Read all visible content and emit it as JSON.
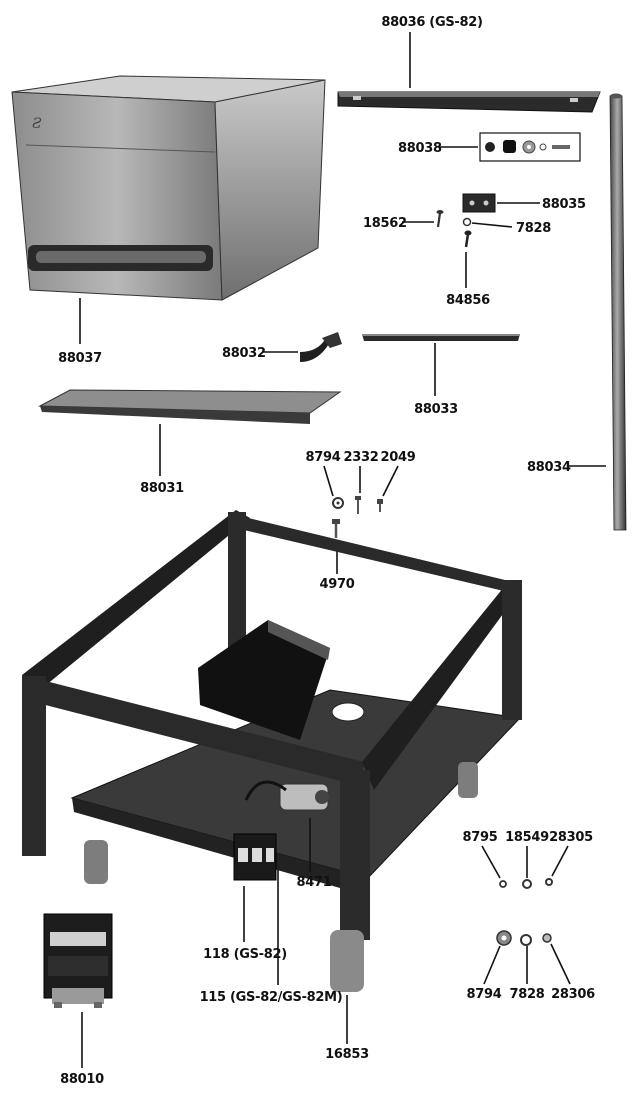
{
  "parts": [
    {
      "id": "88036_gs82",
      "label": "88036 (GS-82)"
    },
    {
      "id": "88037",
      "label": "88037"
    },
    {
      "id": "88038",
      "label": "88038"
    },
    {
      "id": "88035",
      "label": "88035"
    },
    {
      "id": "18562",
      "label": "18562"
    },
    {
      "id": "7828_top",
      "label": "7828"
    },
    {
      "id": "84856",
      "label": "84856"
    },
    {
      "id": "88032",
      "label": "88032"
    },
    {
      "id": "88033",
      "label": "88033"
    },
    {
      "id": "88031",
      "label": "88031"
    },
    {
      "id": "88034",
      "label": "88034"
    },
    {
      "id": "8794_top",
      "label": "8794"
    },
    {
      "id": "2332",
      "label": "2332"
    },
    {
      "id": "2049",
      "label": "2049"
    },
    {
      "id": "4970",
      "label": "4970"
    },
    {
      "id": "8795",
      "label": "8795"
    },
    {
      "id": "18549",
      "label": "18549"
    },
    {
      "id": "28305",
      "label": "28305"
    },
    {
      "id": "8471",
      "label": "8471"
    },
    {
      "id": "118_gs82",
      "label": "118 (GS-82)"
    },
    {
      "id": "115",
      "label": "115 (GS-82/GS-82M)"
    },
    {
      "id": "8794_bottom",
      "label": "8794"
    },
    {
      "id": "7828_bottom",
      "label": "7828"
    },
    {
      "id": "28306",
      "label": "28306"
    },
    {
      "id": "16853",
      "label": "16853"
    },
    {
      "id": "88010",
      "label": "88010"
    }
  ],
  "colors": {
    "metal": "#9a9a9a",
    "dark": "#1e1e1e",
    "line": "#111111"
  }
}
